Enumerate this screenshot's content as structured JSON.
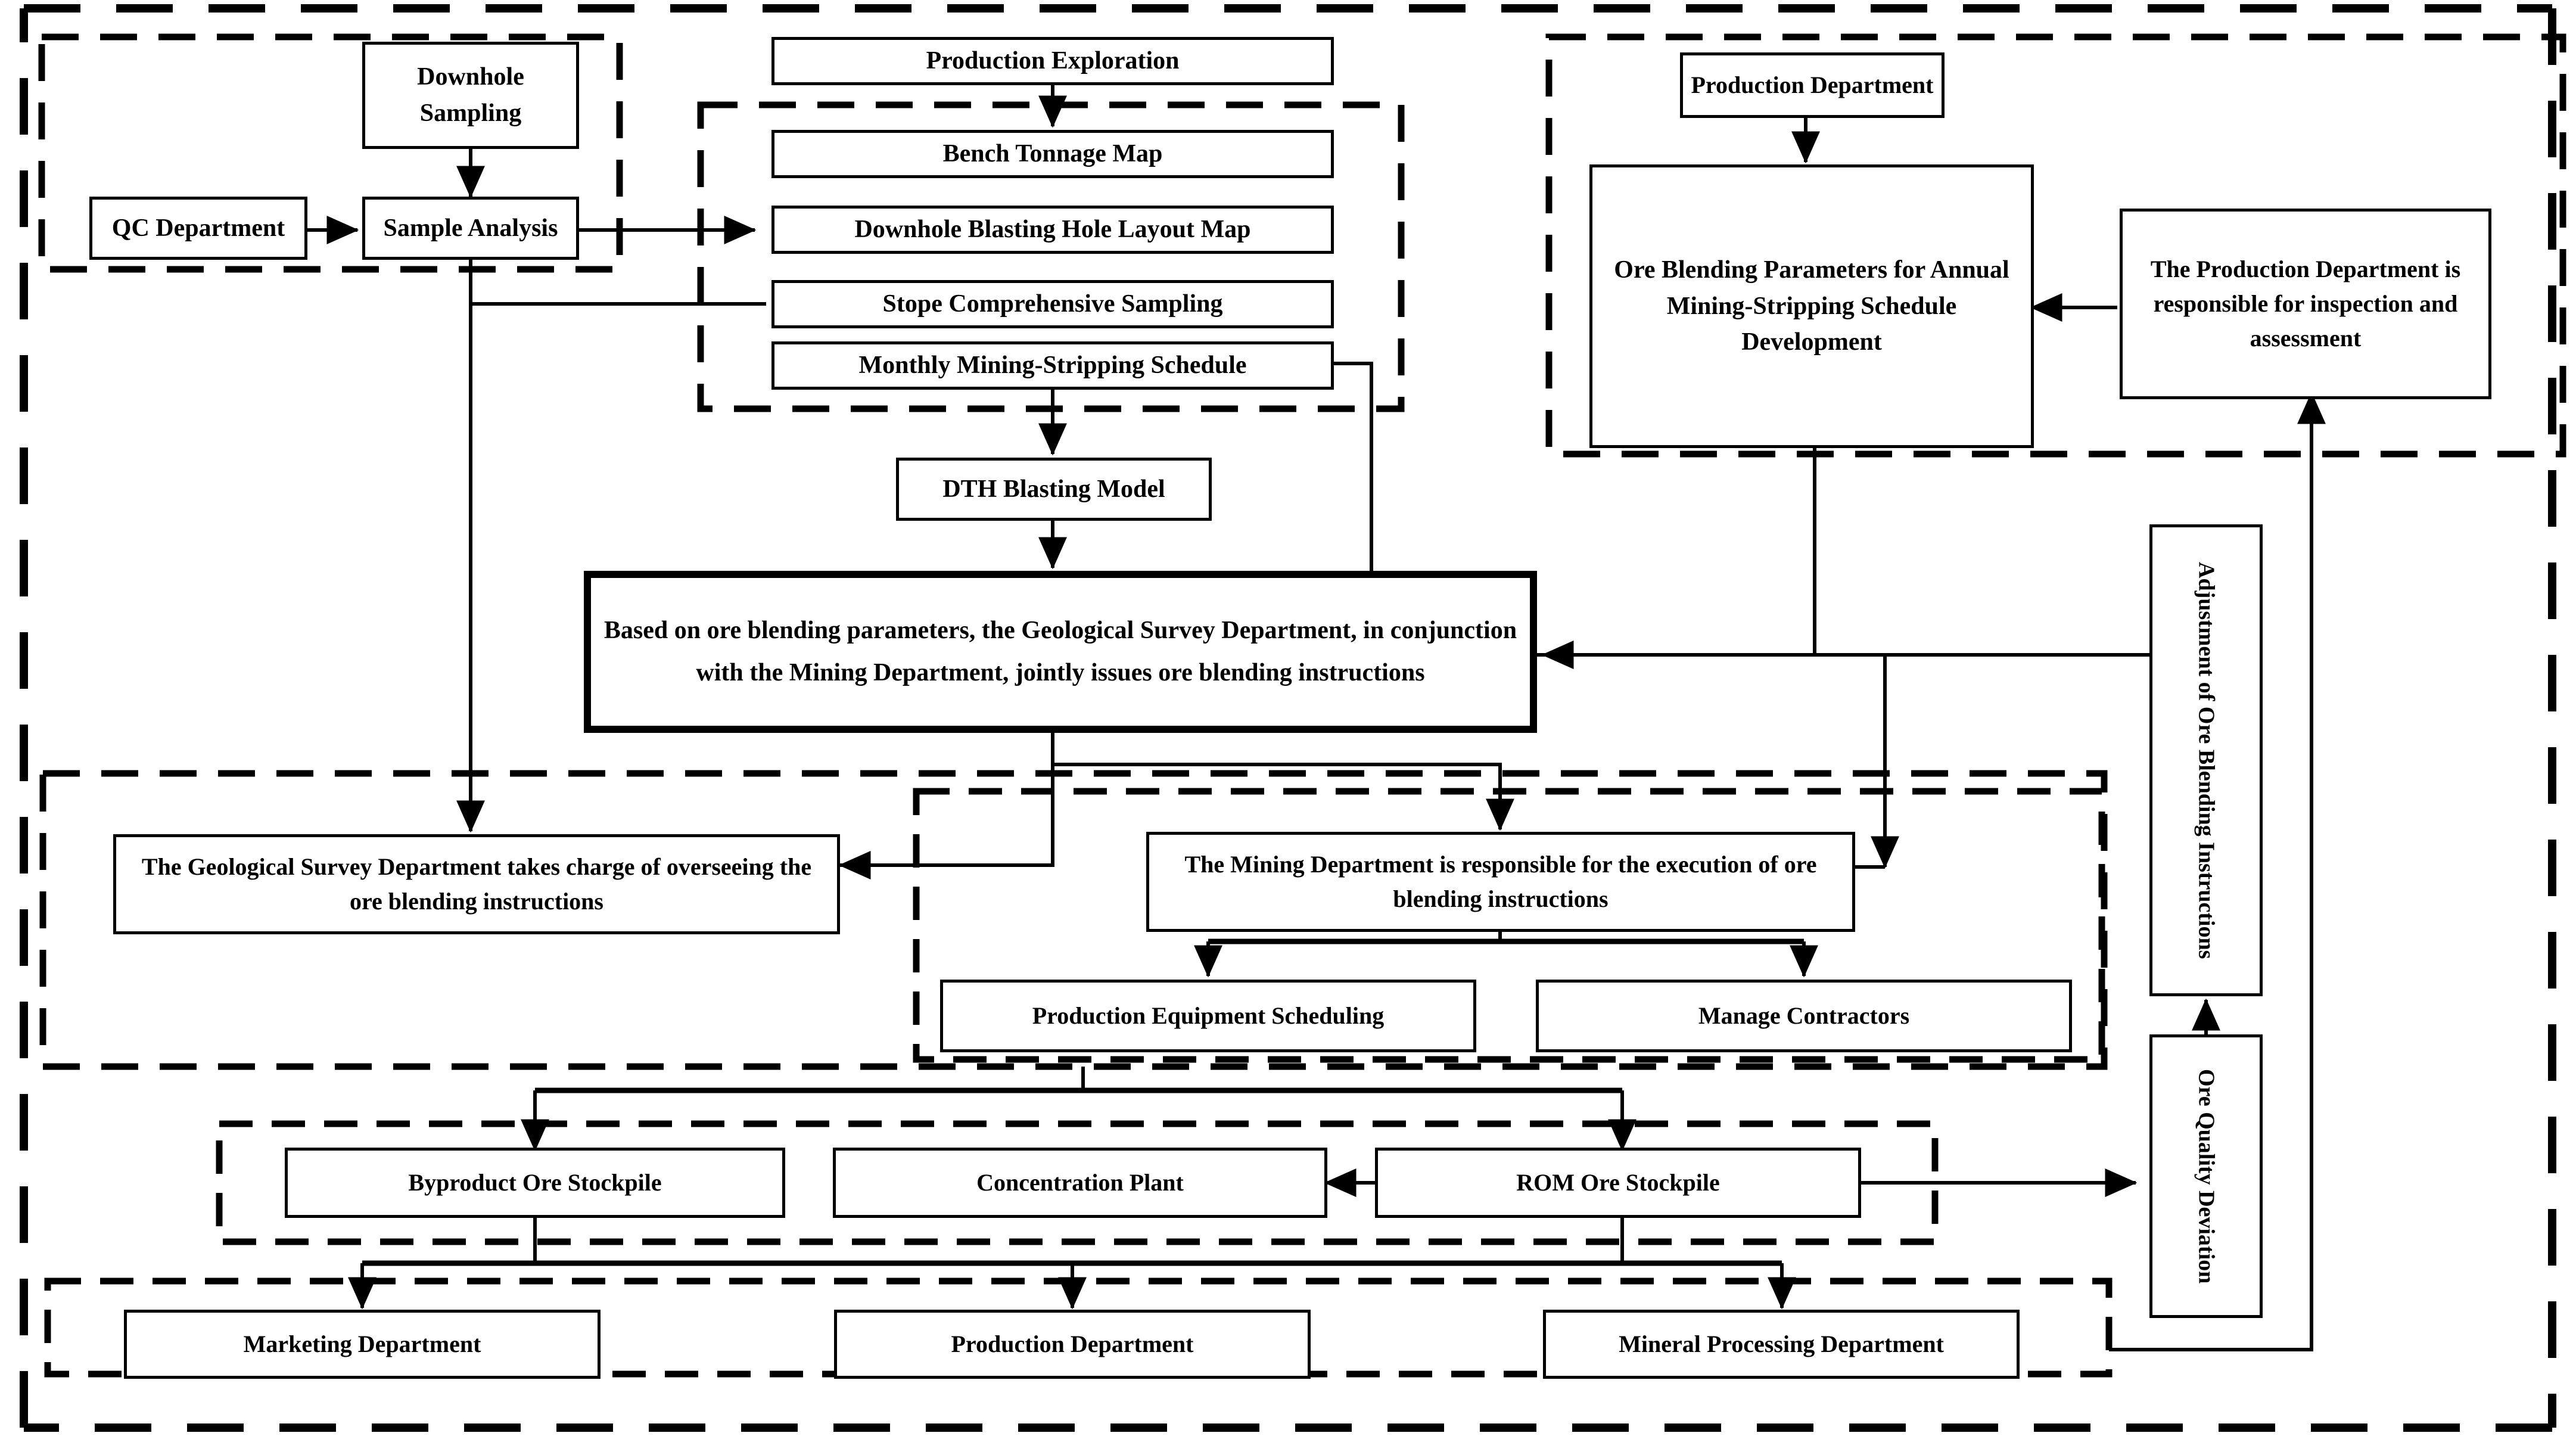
{
  "diagram": {
    "title": "Ore Blending Management Workflow",
    "colors": {
      "line": "#000000",
      "fill": "#ffffff",
      "accent": "#000000"
    },
    "groups": [
      {
        "name": "outer-boundary",
        "style": "dashed-thick"
      },
      {
        "name": "sampling-group",
        "style": "dashed"
      },
      {
        "name": "maps-schedule-group",
        "style": "dashed"
      },
      {
        "name": "production-planning-group",
        "style": "dashed"
      },
      {
        "name": "execution-group",
        "style": "dashed"
      },
      {
        "name": "mining-department-group",
        "style": "dashed"
      },
      {
        "name": "stockpile-group",
        "style": "dashed"
      },
      {
        "name": "departments-group",
        "style": "dashed"
      }
    ]
  },
  "nodes": {
    "downhole_sampling": "Downhole Sampling",
    "qc_department": "QC Department",
    "sample_analysis": "Sample Analysis",
    "production_exploration": "Production Exploration",
    "bench_tonnage_map": "Bench Tonnage Map",
    "downhole_blasting_hole_layout_map": "Downhole Blasting Hole Layout Map",
    "stope_comprehensive_sampling": "Stope Comprehensive Sampling",
    "monthly_mining_stripping_schedule": "Monthly Mining-Stripping Schedule",
    "dth_blasting_model": "DTH Blasting Model",
    "ore_blending_instruction": "Based on ore blending parameters, the Geological Survey Department, in conjunction with the Mining Department, jointly issues ore blending instructions",
    "production_department_top": "Production Department",
    "ore_blending_parameters": "Ore Blending Parameters for Annual Mining-Stripping Schedule Development",
    "production_department_inspection": "The Production Department is responsible for inspection and assessment",
    "geological_survey_oversight": "The Geological Survey Department takes charge of overseeing the ore blending instructions",
    "mining_department_execution": "The Mining Department is responsible for the execution of ore blending instructions",
    "production_equipment_scheduling": "Production Equipment Scheduling",
    "manage_contractors": "Manage Contractors",
    "byproduct_ore_stockpile": "Byproduct Ore Stockpile",
    "concentration_plant": "Concentration Plant",
    "rom_ore_stockpile": "ROM Ore Stockpile",
    "marketing_department": "Marketing Department",
    "production_department_bottom": "Production Department",
    "mineral_processing_department": "Mineral Processing Department",
    "adjustment_of_ore_blending_instructions": "Adjustment of Ore Blending Instructions",
    "ore_quality_deviation": "Ore Quality Deviation"
  },
  "edges": [
    {
      "from": "downhole_sampling",
      "to": "sample_analysis",
      "arrow": true
    },
    {
      "from": "qc_department",
      "to": "sample_analysis",
      "arrow": true
    },
    {
      "from": "sample_analysis",
      "to": "downhole_blasting_hole_layout_map",
      "arrow": true
    },
    {
      "from": "sample_analysis",
      "to": "stope_comprehensive_sampling",
      "arrow": false
    },
    {
      "from": "sample_analysis",
      "to": "geological_survey_oversight",
      "arrow": true
    },
    {
      "from": "production_exploration",
      "to": "bench_tonnage_map",
      "arrow": true
    },
    {
      "from": "monthly_mining_stripping_schedule",
      "to": "dth_blasting_model",
      "arrow": true
    },
    {
      "from": "monthly_mining_stripping_schedule",
      "to": "ore_blending_instruction",
      "arrow": true
    },
    {
      "from": "dth_blasting_model",
      "to": "ore_blending_instruction",
      "arrow": true
    },
    {
      "from": "production_department_top",
      "to": "ore_blending_parameters",
      "arrow": true
    },
    {
      "from": "production_department_inspection",
      "to": "ore_blending_parameters",
      "arrow": true
    },
    {
      "from": "ore_blending_parameters",
      "to": "ore_blending_instruction",
      "arrow": true
    },
    {
      "from": "ore_blending_instruction",
      "to": "geological_survey_oversight",
      "arrow": true
    },
    {
      "from": "ore_blending_instruction",
      "to": "mining_department_execution",
      "arrow": true
    },
    {
      "from": "adjustment_of_ore_blending_instructions",
      "to": "ore_blending_instruction",
      "arrow": true
    },
    {
      "from": "adjustment_of_ore_blending_instructions",
      "to": "mining_department_execution",
      "arrow": true
    },
    {
      "from": "mining_department_execution",
      "to": "production_equipment_scheduling",
      "arrow": true
    },
    {
      "from": "mining_department_execution",
      "to": "manage_contractors",
      "arrow": true
    },
    {
      "from": "mining_department_execution",
      "to": "byproduct_ore_stockpile",
      "arrow": true
    },
    {
      "from": "mining_department_execution",
      "to": "rom_ore_stockpile",
      "arrow": true
    },
    {
      "from": "rom_ore_stockpile",
      "to": "concentration_plant",
      "arrow": true
    },
    {
      "from": "rom_ore_stockpile",
      "to": "ore_quality_deviation",
      "arrow": true
    },
    {
      "from": "byproduct_ore_stockpile",
      "to": "marketing_department",
      "arrow": true
    },
    {
      "from": "byproduct_ore_stockpile",
      "to": "production_department_bottom",
      "arrow": true
    },
    {
      "from": "rom_ore_stockpile",
      "to": "mineral_processing_department",
      "arrow": true
    },
    {
      "from": "ore_quality_deviation",
      "to": "adjustment_of_ore_blending_instructions",
      "arrow": true
    },
    {
      "from": "mineral_processing_department",
      "to": "production_department_inspection",
      "arrow": true
    }
  ]
}
